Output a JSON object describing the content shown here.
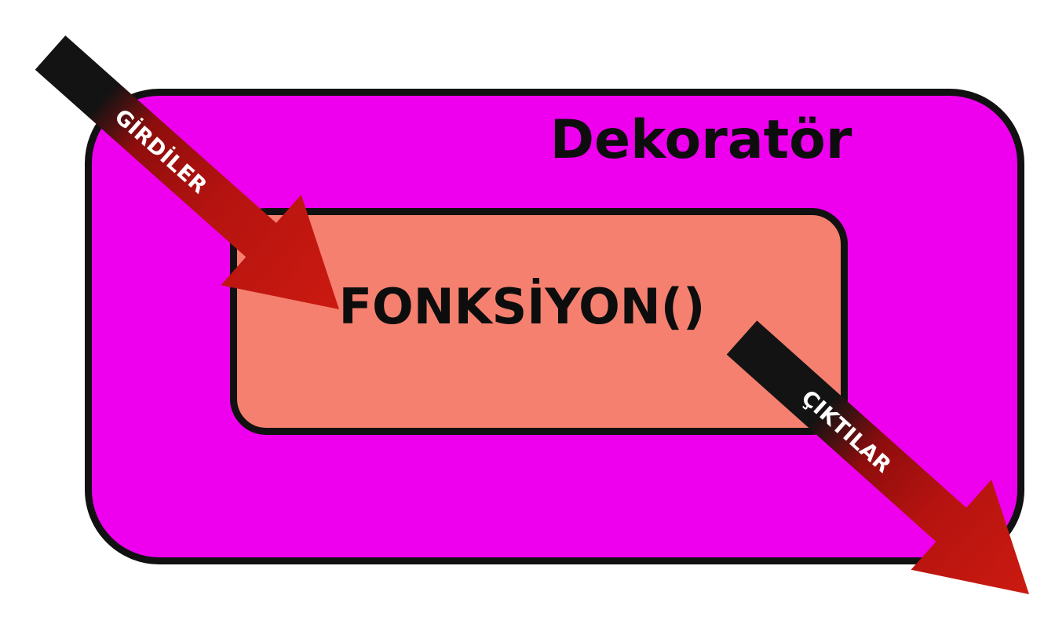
{
  "canvas": {
    "background": "#ffffff"
  },
  "decorator_box": {
    "label": "Dekoratör",
    "fill": "#ee00ee",
    "border_color": "#111111"
  },
  "function_box": {
    "label": "FONKSİYON()",
    "fill": "#f5806f",
    "border_color": "#111111"
  },
  "input_arrow": {
    "label": "GİRDİLER",
    "text_color": "#ffffff",
    "start_color": "#131313",
    "mid_color": "#8e0d0d",
    "end_color": "#cb1a10"
  },
  "output_arrow": {
    "label": "ÇIKTILAR",
    "text_color": "#ffffff",
    "start_color": "#131313",
    "mid_color": "#8e0d0d",
    "end_color": "#cb1a10"
  }
}
